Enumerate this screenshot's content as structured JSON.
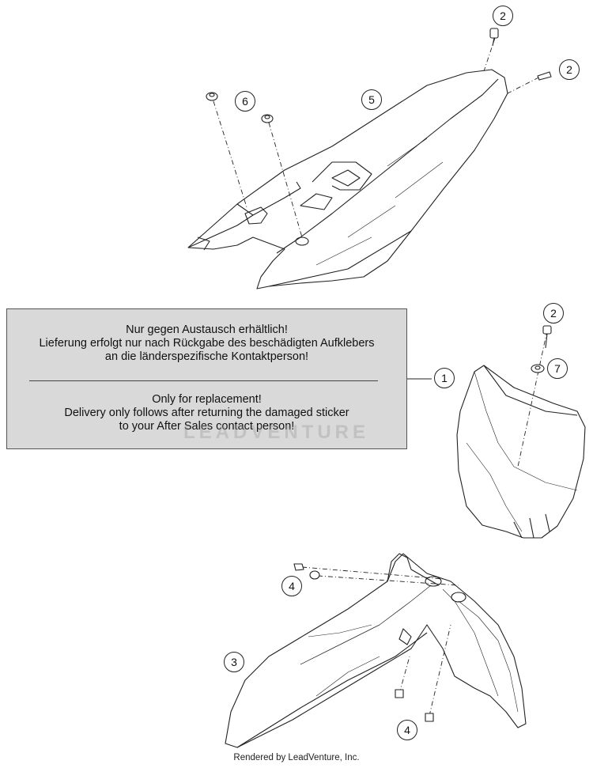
{
  "notice": {
    "german_lines": [
      "Nur gegen Austausch erhältlich!",
      "Lieferung erfolgt nur nach Rückgabe des beschädigten Aufklebers",
      "an die länderspezifische Kontaktperson!"
    ],
    "english_lines": [
      "Only for replacement!",
      "Delivery only follows after returning the damaged sticker",
      "to your After Sales contact person!"
    ]
  },
  "callouts": {
    "top_screw": "2",
    "right_screw": "2",
    "seat_nuts": "6",
    "rear_fender": "5",
    "headlight_screw": "2",
    "sticker_ref": "1",
    "headlight_washer": "7",
    "front_fender_top_screws": "4",
    "front_fender": "3",
    "front_fender_bottom_screws": "4"
  },
  "watermark": "LEADVENTURE",
  "footer": "Rendered by LeadVenture, Inc."
}
